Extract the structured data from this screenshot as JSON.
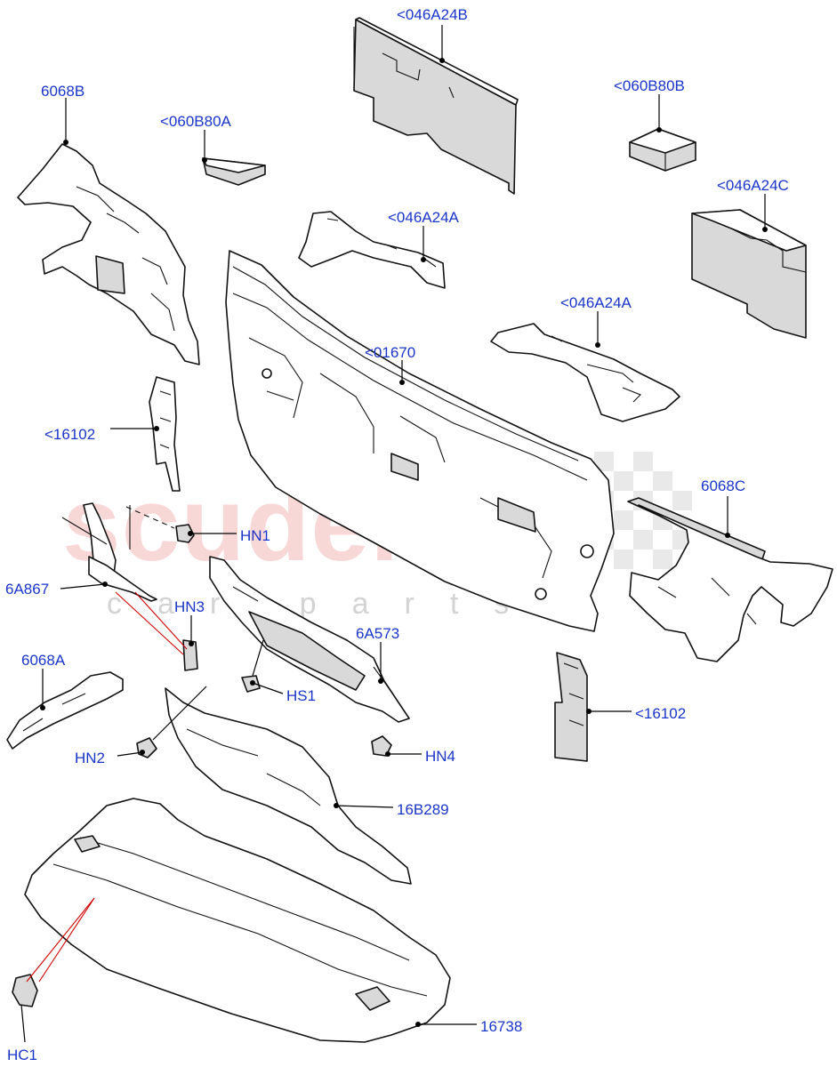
{
  "watermark": {
    "brand": "scuderia",
    "tagline": "car parts"
  },
  "callouts": {
    "c_046a24b": "<046A24B",
    "c_6068b": "6068B",
    "c_060b80a": "<060B80A",
    "c_060b80b": "<060B80B",
    "c_046a24c": "<046A24C",
    "c_046a24a_1": "<046A24A",
    "c_046a24a_2": "<046A24A",
    "c_01670": "<01670",
    "c_16102_left": "<16102",
    "c_6068c": "6068C",
    "c_hn1": "HN1",
    "c_6a867": "6A867",
    "c_hn3": "HN3",
    "c_6a573": "6A573",
    "c_6068a": "6068A",
    "c_hs1": "HS1",
    "c_16102_right": "<16102",
    "c_hn2": "HN2",
    "c_hn4": "HN4",
    "c_16b289": "16B289",
    "c_16738": "16738",
    "c_hc1": "HC1"
  },
  "colors": {
    "callout_text": "#1a35c9",
    "leader": "#000000",
    "leader_highlight": "#d00000",
    "watermark": "#f3b8b8"
  }
}
